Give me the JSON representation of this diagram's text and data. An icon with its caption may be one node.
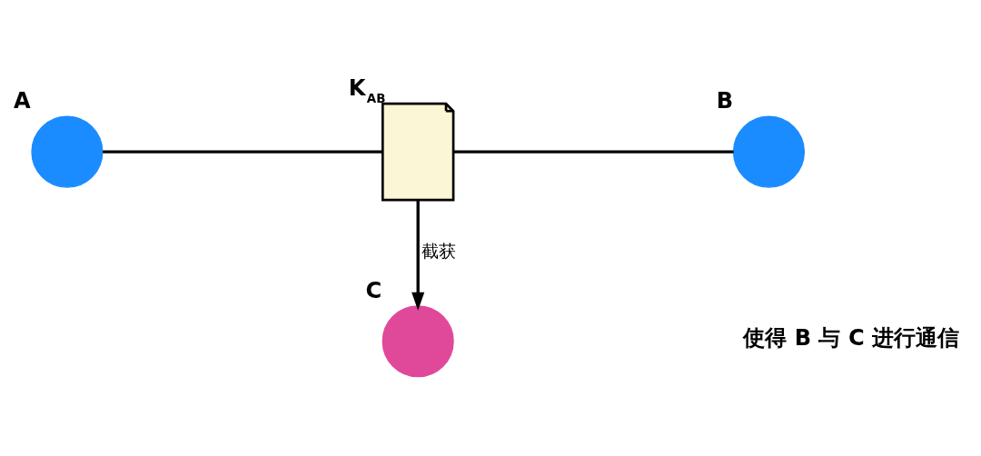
{
  "diagram": {
    "nodes": [
      {
        "text": [],
        "shape": "circle",
        "beside": [
          "A"
        ]
      },
      {
        "text": [],
        "shape": "circle",
        "beside": [
          "B"
        ]
      },
      {
        "text": [],
        "shape": "picture",
        "beside": [
          "K$_{AB}$"
        ]
      },
      {
        "text": [],
        "shape": "circle",
        "beside": [
          "C"
        ]
      }
    ],
    "edges": [
      {
        "from": 0,
        "to": 2,
        "arrow": "none"
      },
      {
        "from": 2,
        "to": 1,
        "arrow": "none"
      },
      {
        "from": 2,
        "to": 3,
        "arrow": "to",
        "label": "截获"
      }
    ],
    "labels": [
      "使得 B 与 C 进行通信"
    ]
  }
}
